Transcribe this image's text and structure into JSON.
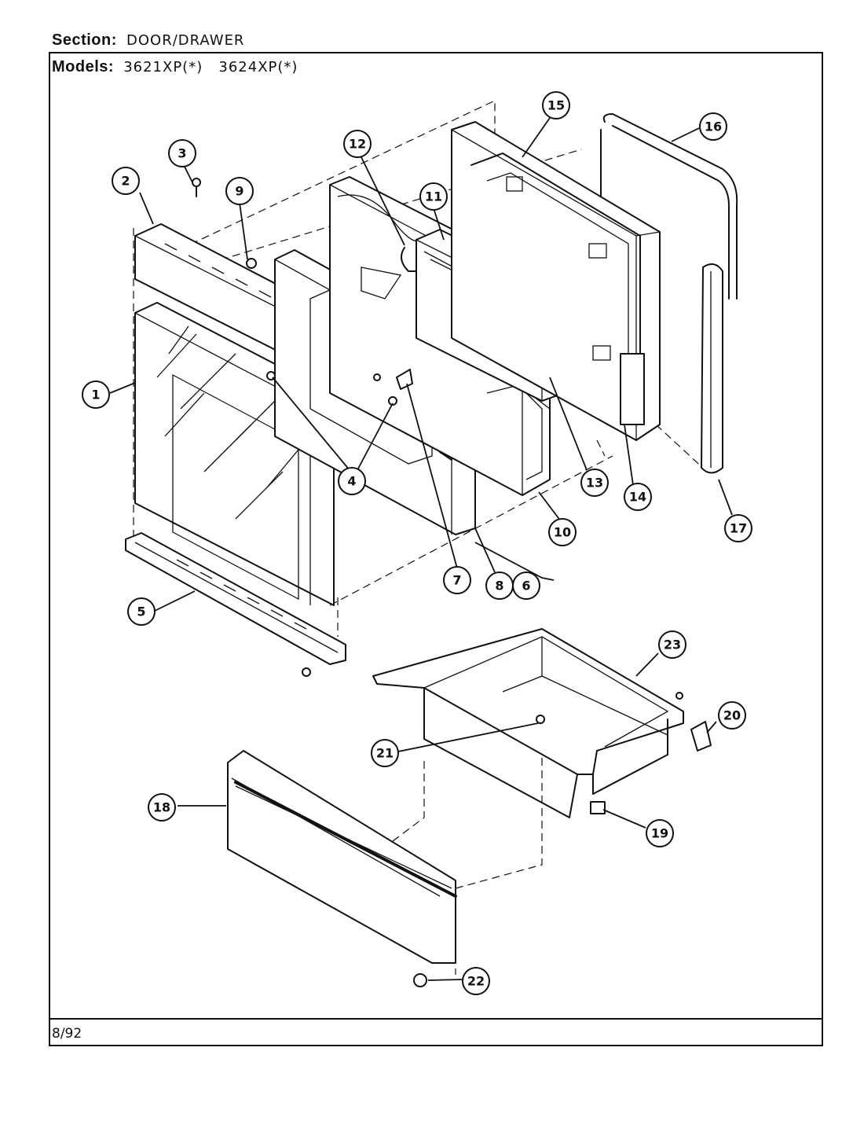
{
  "header": {
    "section_label": "Section:",
    "section_value": "DOOR/DRAWER",
    "models_label": "Models:",
    "models_value": "3621XP(*)   3624XP(*)"
  },
  "footer": {
    "date": "8/92"
  },
  "callouts": [
    {
      "id": "c1",
      "label": "1"
    },
    {
      "id": "c2",
      "label": "2"
    },
    {
      "id": "c3",
      "label": "3"
    },
    {
      "id": "c4",
      "label": "4"
    },
    {
      "id": "c5",
      "label": "5"
    },
    {
      "id": "c6",
      "label": "6"
    },
    {
      "id": "c7",
      "label": "7"
    },
    {
      "id": "c8",
      "label": "8"
    },
    {
      "id": "c9",
      "label": "9"
    },
    {
      "id": "c10",
      "label": "10"
    },
    {
      "id": "c11",
      "label": "11"
    },
    {
      "id": "c12",
      "label": "12"
    },
    {
      "id": "c13",
      "label": "13"
    },
    {
      "id": "c14",
      "label": "14"
    },
    {
      "id": "c15",
      "label": "15"
    },
    {
      "id": "c16",
      "label": "16"
    },
    {
      "id": "c17",
      "label": "17"
    },
    {
      "id": "c18",
      "label": "18"
    },
    {
      "id": "c19",
      "label": "19"
    },
    {
      "id": "c20",
      "label": "20"
    },
    {
      "id": "c21",
      "label": "21"
    },
    {
      "id": "c22",
      "label": "22"
    },
    {
      "id": "c23",
      "label": "23"
    }
  ]
}
